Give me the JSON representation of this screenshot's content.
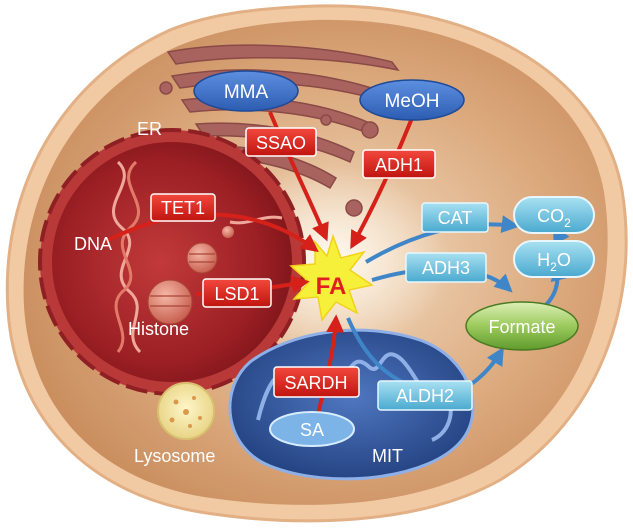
{
  "organelles": {
    "er": "ER",
    "dna": "DNA",
    "histone": "Histone",
    "lysosome": "Lysosome",
    "mitochondrion": "MIT"
  },
  "substrates": {
    "mma": "MMA",
    "meoh": "MeOH",
    "sa": "SA"
  },
  "producing_enzymes": {
    "ssao": "SSAO",
    "adh1": "ADH1",
    "tet1": "TET1",
    "lsd1": "LSD1",
    "sardh": "SARDH"
  },
  "center": "FA",
  "metabolizing_enzymes": {
    "cat": "CAT",
    "adh3": "ADH3",
    "aldh2": "ALDH2"
  },
  "products": {
    "co2_base": "CO",
    "co2_sub": "2",
    "h2o_h": "H",
    "h2o_sub": "2",
    "h2o_o": "O",
    "formate": "Formate"
  },
  "colors": {
    "producing": "#e0231b",
    "metabolizing": "#5ab6d8",
    "substrate": "#3f72c4",
    "fa_star": "#f7f03a",
    "fa_text": "#e02020"
  }
}
